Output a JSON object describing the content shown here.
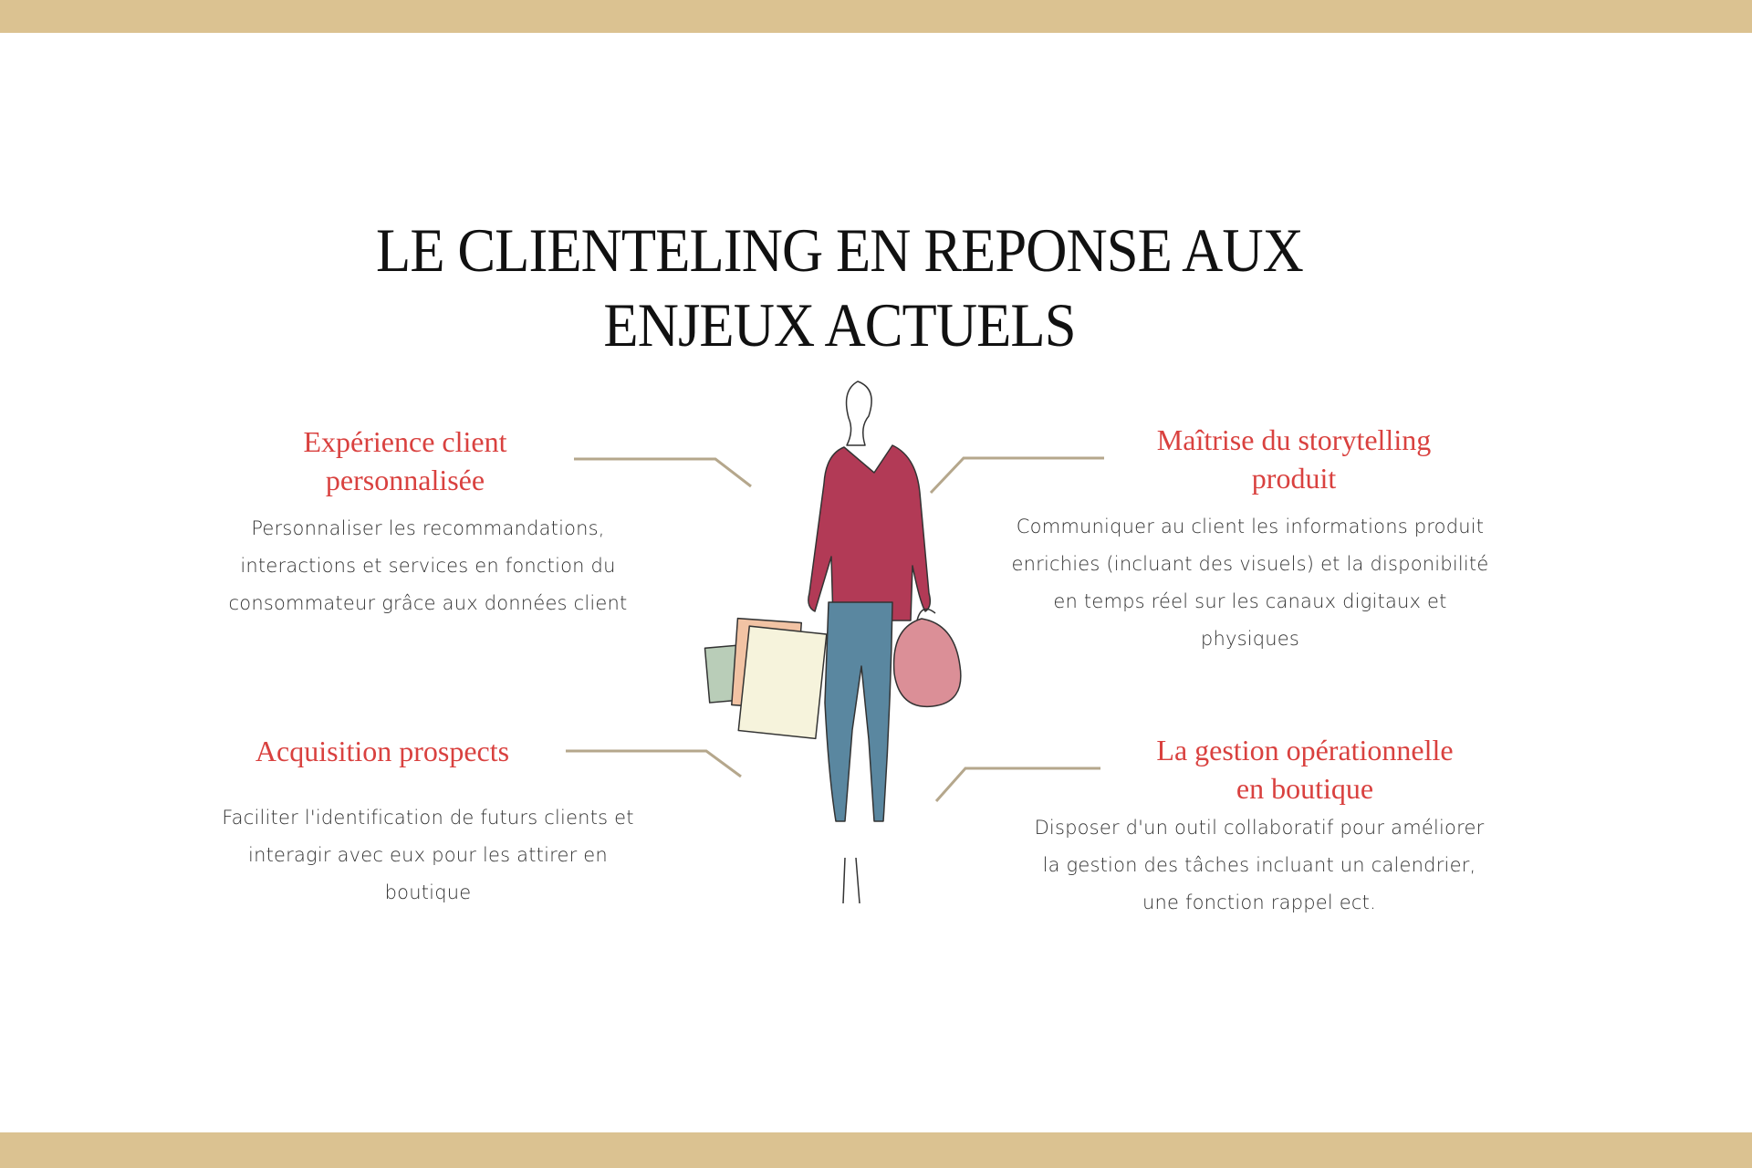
{
  "title": {
    "line1": "LE CLIENTELING EN REPONSE AUX",
    "line2": "ENJEUX ACTUELS"
  },
  "sections": [
    {
      "heading_lines": [
        "Expérience client",
        "personnalisée"
      ],
      "body_lines": [
        "Personnaliser les recommandations,",
        "interactions  et services en fonction du",
        "consommateur grâce aux données client"
      ]
    },
    {
      "heading_lines": [
        "Maîtrise du storytelling",
        "produit"
      ],
      "body_lines": [
        "Communiquer au client les informations produit",
        "enrichies (incluant des visuels) et la disponibilité",
        "en temps réel sur les canaux digitaux et",
        "physiques"
      ]
    },
    {
      "heading_lines": [
        "Acquisition prospects"
      ],
      "body_lines": [
        "Faciliter l'identification de futurs clients et",
        "interagir avec eux pour les attirer en",
        "boutique"
      ]
    },
    {
      "heading_lines": [
        "La gestion opérationnelle",
        "en boutique"
      ],
      "body_lines": [
        "Disposer d'un outil collaboratif pour améliorer",
        "la gestion des tâches incluant un calendrier,",
        "une fonction rappel ect."
      ]
    }
  ],
  "colors": {
    "band": "#dbc291",
    "heading": "#d9413f",
    "connector": "#b5a78c"
  }
}
